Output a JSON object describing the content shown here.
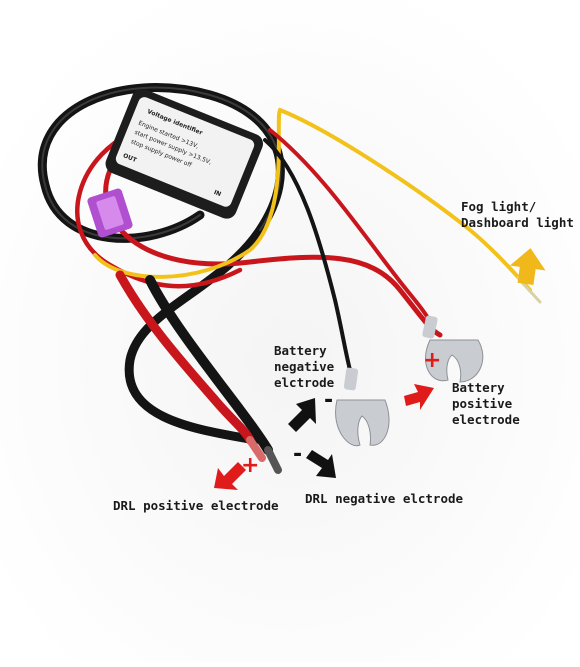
{
  "colors": {
    "wire_black": "#141414",
    "wire_red": "#c8161c",
    "wire_yellow": "#f2c21a",
    "arrow_red": "#e01b1b",
    "arrow_black": "#111111",
    "arrow_yellow": "#f1b81c",
    "metal": "#c9ccd0",
    "fuse": "#b04fd0",
    "box_body": "#1d1d1d",
    "box_label": "#f2f2f2"
  },
  "module": {
    "title": "Voltage identifier",
    "line1": "Engine started >13V,",
    "line2": "start power supply >13.5V,",
    "line3": "stop supply power off",
    "out_label": "OUT",
    "in_label": "IN"
  },
  "labels": {
    "fog_light_line1": "Fog light/",
    "fog_light_line2": "Dashboard light",
    "battery_negative_line1": "Battery",
    "battery_negative_line2": "negative",
    "battery_negative_line3": "elctrode",
    "battery_positive_line1": "Battery",
    "battery_positive_line2": "positive",
    "battery_positive_line3": "electrode",
    "drl_positive": "DRL positive electrode",
    "drl_negative": "DRL negative elctrode"
  },
  "signs": {
    "plus": "+",
    "minus": "-"
  }
}
